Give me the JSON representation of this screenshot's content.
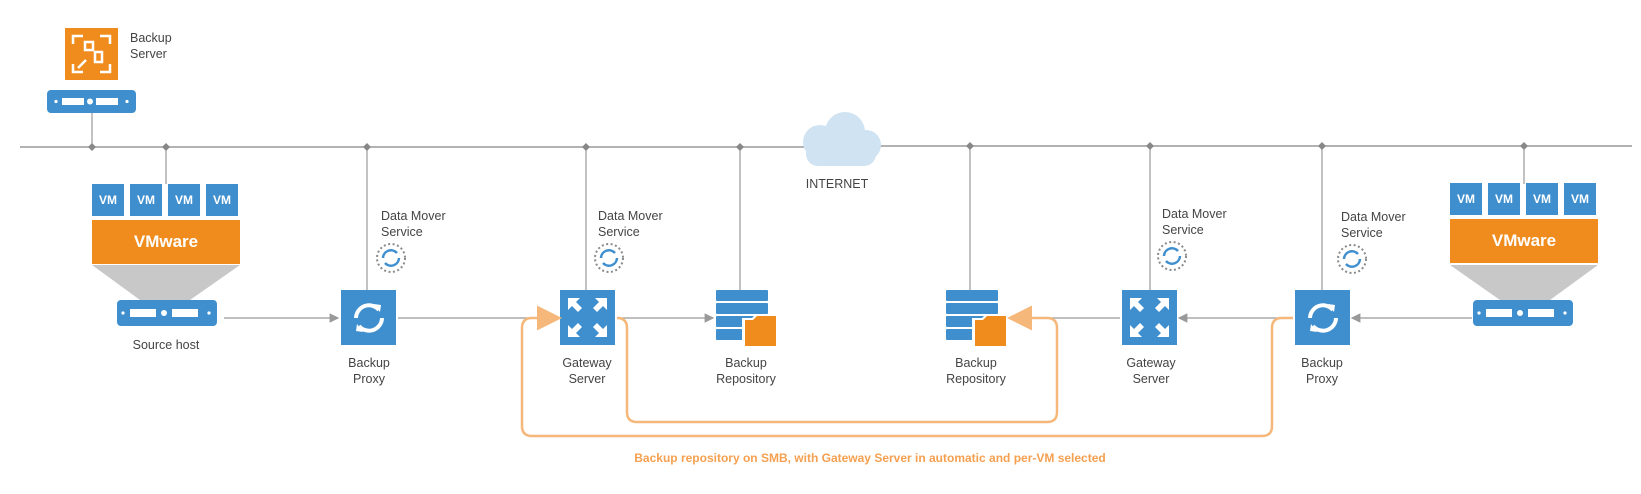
{
  "colors": {
    "blue": "#3f8fcf",
    "orange": "#f08c1e",
    "line": "#999999",
    "flow": "#f5b87a",
    "caption": "#f5a050",
    "cloud": "#cfe3f2",
    "dotted": "#8a8a8a"
  },
  "nodes": {
    "backup_server": {
      "label": "Backup\nServer",
      "icon": "backup-server-icon"
    },
    "source_host": {
      "label": "Source host",
      "icon": "host-server-icon"
    },
    "backup_proxy_left": {
      "label": "Backup\nProxy",
      "icon": "proxy-sync-icon"
    },
    "gateway_server_left": {
      "label": "Gateway\nServer",
      "icon": "gateway-arrows-icon"
    },
    "backup_repository_left": {
      "label": "Backup\nRepository",
      "icon": "repository-icon"
    },
    "internet": {
      "label": "INTERNET",
      "icon": "cloud-icon"
    },
    "backup_repository_right": {
      "label": "Backup\nRepository",
      "icon": "repository-icon"
    },
    "gateway_server_right": {
      "label": "Gateway\nServer",
      "icon": "gateway-arrows-icon"
    },
    "backup_proxy_right": {
      "label": "Backup\nProxy",
      "icon": "proxy-sync-icon"
    },
    "target_host": {
      "label": "",
      "icon": "host-server-icon"
    }
  },
  "data_mover": {
    "proxy_left": "Data Mover\nService",
    "gateway_left": "Data Mover\nService",
    "gateway_right": "Data Mover\nService",
    "proxy_right": "Data Mover\nService"
  },
  "vmware_left": {
    "vms": [
      "VM",
      "VM",
      "VM",
      "VM"
    ],
    "brand": "VMware"
  },
  "vmware_right": {
    "vms": [
      "VM",
      "VM",
      "VM",
      "VM"
    ],
    "brand": "VMware"
  },
  "caption": "Backup repository on SMB, with Gateway Server in automatic and per-VM selected"
}
